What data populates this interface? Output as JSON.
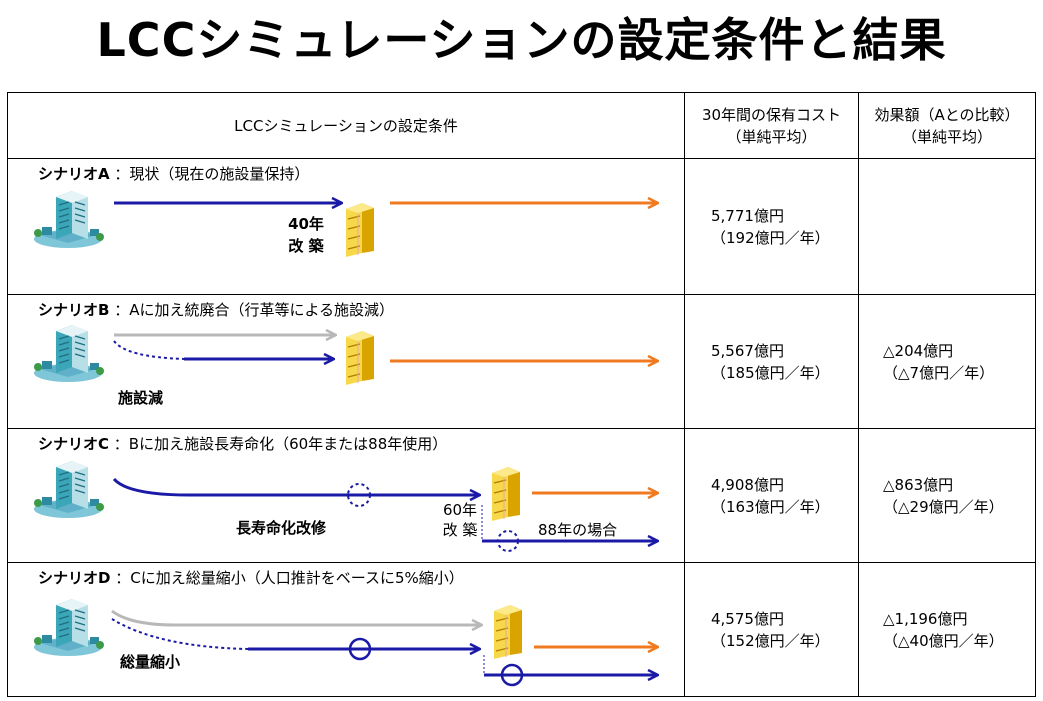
{
  "title": "LCCシミュレーションの設定条件と結果",
  "table": {
    "headers": {
      "conditions": "LCCシミュレーションの設定条件",
      "cost": [
        "30年間の保有コスト",
        "（単純平均）"
      ],
      "effect": [
        "効果額（Aとの比較）",
        "（単純平均）"
      ]
    },
    "rows": [
      {
        "scenario": "シナリオA",
        "condition": "：現状（現在の施設量保持）",
        "labels": [
          "40年",
          "改 築"
        ],
        "cost": [
          "5,771億円",
          "（192億円／年）"
        ],
        "effect": [
          "",
          ""
        ]
      },
      {
        "scenario": "シナリオB",
        "condition": "：Aに加え統廃合（行革等による施設減）",
        "labels": [
          "施設減"
        ],
        "cost": [
          "5,567億円",
          "（185億円／年）"
        ],
        "effect": [
          "△204億円",
          "（△7億円／年）"
        ]
      },
      {
        "scenario": "シナリオC",
        "condition": "：Bに加え施設長寿命化（60年または88年使用）",
        "labels": [
          "長寿命化改修",
          "60年",
          "改 築",
          "88年の場合"
        ],
        "cost": [
          "4,908億円",
          "（163億円／年）"
        ],
        "effect": [
          "△863億円",
          "（△29億円／年）"
        ]
      },
      {
        "scenario": "シナリオD",
        "condition": "：Cに加え総量縮小（人口推計をベースに5%縮小）",
        "labels": [
          "総量縮小"
        ],
        "cost": [
          "4,575億円",
          "（152億円／年）"
        ],
        "effect": [
          "△1,196億円",
          "（△40億円／年）"
        ]
      }
    ]
  },
  "colors": {
    "blue": "#1a1aa6",
    "orange": "#f07a20",
    "gray": "#b8b8b8",
    "building_teal": "#3aa6b8",
    "building_gold": "#f2c418"
  }
}
